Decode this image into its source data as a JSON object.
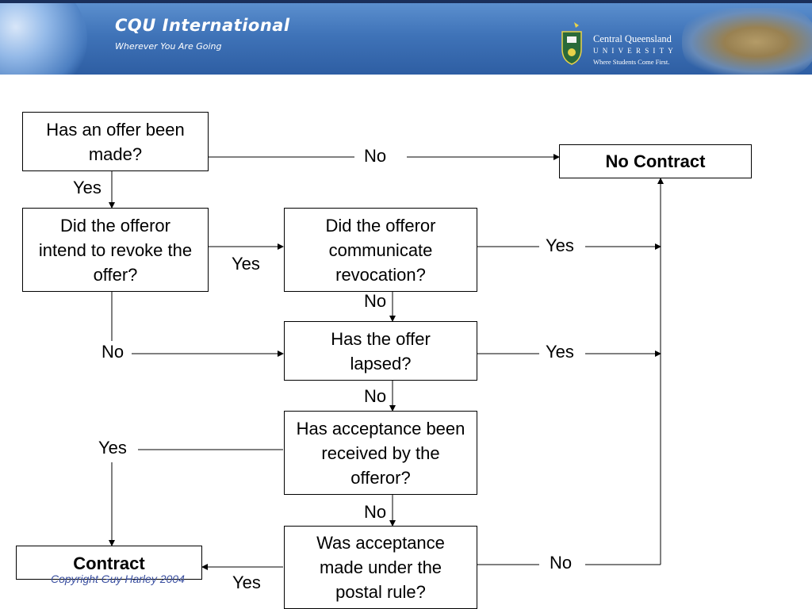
{
  "header": {
    "title": "CQU International",
    "subtitle": "Wherever You Are Going",
    "university_name": "Central Queensland",
    "university_word": "UNIVERSITY",
    "university_tagline": "Where Students Come First."
  },
  "nodes": {
    "offer_made": "Has an offer been made?",
    "intend_revoke": "Did the offeror intend to revoke the offer?",
    "communicate_revocation": "Did the offeror communicate revocation?",
    "offer_lapsed": "Has the offer lapsed?",
    "acceptance_received": "Has acceptance been received by the offeror?",
    "postal_rule": "Was acceptance made under the postal rule?",
    "no_contract": "No Contract",
    "contract": "Contract"
  },
  "edge_labels": {
    "offer_no": "No",
    "offer_yes": "Yes",
    "revoke_yes": "Yes",
    "revoke_no": "No",
    "communicate_yes": "Yes",
    "communicate_no": "No",
    "lapsed_yes": "Yes",
    "lapsed_no": "No",
    "received_yes": "Yes",
    "received_no": "No",
    "postal_no": "No",
    "postal_yes": "Yes"
  },
  "footer": {
    "copyright": "Copyright Guy Harley 2004"
  },
  "colors": {
    "banner": "#3f73b8",
    "copyright_text": "#3a4fa0"
  }
}
